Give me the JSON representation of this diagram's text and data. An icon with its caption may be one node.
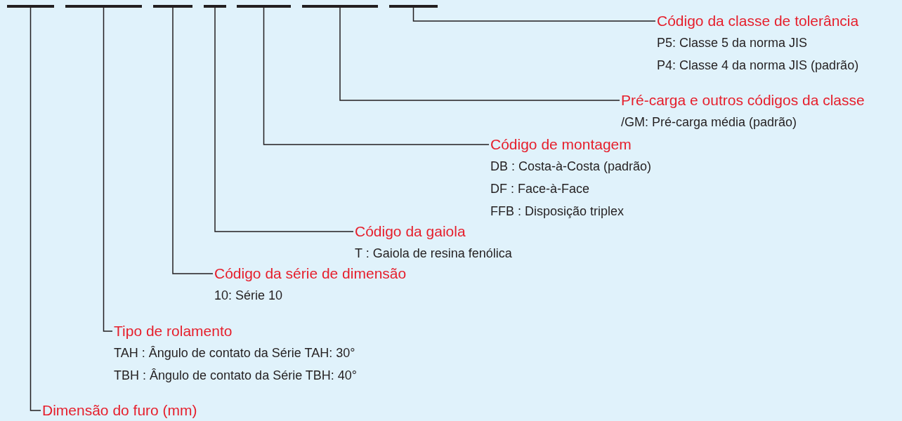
{
  "diagram": {
    "nodes": [
      {
        "text": [],
        "shape": "bar"
      },
      {
        "text": [],
        "shape": "bar"
      },
      {
        "text": [],
        "shape": "bar"
      },
      {
        "text": [],
        "shape": "bar"
      },
      {
        "text": [],
        "shape": "bar"
      },
      {
        "text": [],
        "shape": "bar"
      },
      {
        "text": [],
        "shape": "bar"
      },
      {
        "text": [
          "Código da classe de tolerância",
          "P5: Classe 5 da norma JIS",
          "P4: Classe 4 da norma JIS (padrão)"
        ]
      },
      {
        "text": [
          "Pré-carga e outros códigos da classe",
          "/GM: Pré-carga média (padrão)"
        ]
      },
      {
        "text": [
          "Código de montagem",
          "DB : Costa-à-Costa (padrão)",
          "DF : Face-à-Face",
          "FFB : Disposição triplex"
        ]
      },
      {
        "text": [
          "Código da gaiola",
          "T : Gaiola de resina fenólica"
        ]
      },
      {
        "text": [
          "Código da série de dimensão",
          "10: Série 10"
        ]
      },
      {
        "text": [
          "Tipo de rolamento",
          "TAH : Ângulo de contato da Série TAH: 30°",
          "TBH : Ângulo de contato da Série TBH: 40°"
        ]
      },
      {
        "text": [
          "Dimensão do furo (mm)"
        ]
      }
    ],
    "edges": [
      {
        "from": 6,
        "to": 7,
        "arrow": "none"
      },
      {
        "from": 5,
        "to": 8,
        "arrow": "none"
      },
      {
        "from": 4,
        "to": 9,
        "arrow": "none"
      },
      {
        "from": 3,
        "to": 10,
        "arrow": "none"
      },
      {
        "from": 2,
        "to": 11,
        "arrow": "none"
      },
      {
        "from": 1,
        "to": 12,
        "arrow": "none"
      },
      {
        "from": 0,
        "to": 13,
        "arrow": "none"
      }
    ]
  }
}
